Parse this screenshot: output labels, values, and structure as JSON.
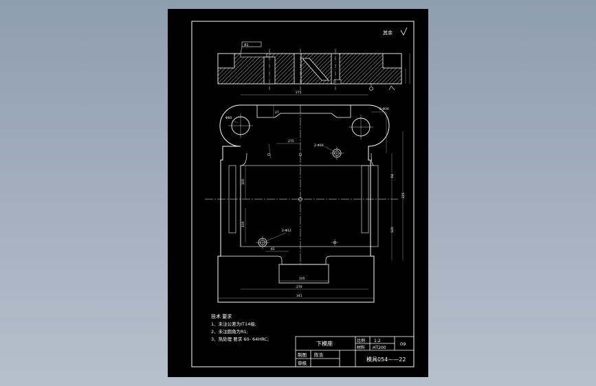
{
  "canvas": {
    "background": "#000000",
    "line_color": "#ffffff",
    "dim_color": "#9a9a9a"
  },
  "corner_note": "其余",
  "section": {
    "label": "A1"
  },
  "dims": {
    "top_width": "275",
    "inner_width": "275",
    "depth_27": "27",
    "hole_2x30": "2-Φ30",
    "hole_2x16": "2-Φ16",
    "hole_2x12": "2-Φ12",
    "dia_60": "Φ60",
    "side_64": "64",
    "side_225": "225",
    "side_120": "120",
    "left_a": "100",
    "left_b": "100",
    "angle_65": "65",
    "slot_105": "105",
    "width_270": "270",
    "width_341": "341"
  },
  "notes": {
    "title": "技术 要求",
    "items": [
      "1、未注公差为IT14级;",
      "2、未注圆角为R1;",
      "3、热处理 要求 60- 64HRC;"
    ]
  },
  "titleblock": {
    "part_name": "下模座",
    "scale_label": "比例",
    "scale_value": "1:2",
    "material_label": "材料",
    "material_value": "HT200",
    "qty": "09",
    "draw_label": "制图",
    "drawer": "陈浩",
    "check_label": "审核",
    "drawing_no": "模具054——22"
  }
}
